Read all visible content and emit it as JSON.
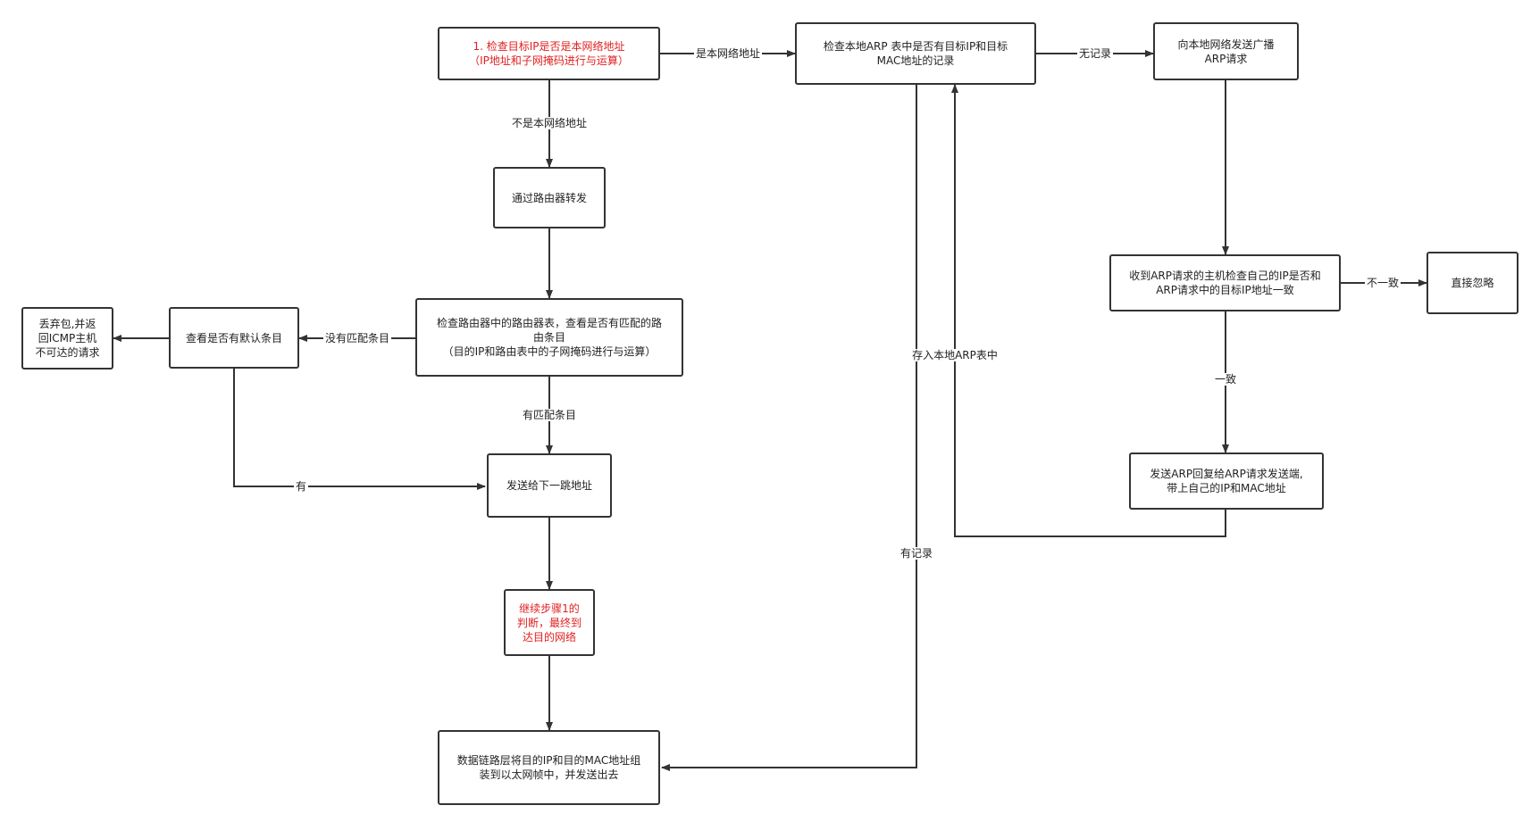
{
  "colors": {
    "line": "#333333",
    "highlight_text": "#e02020"
  },
  "nodes": {
    "check_ip": "1. 检查目标IP是否是本网络地址\n（IP地址和子网掩码进行与运算）",
    "check_arp": "检查本地ARP 表中是否有目标IP和目标\nMAC地址的记录",
    "broadcast": "向本地网络发送广播\nARP请求",
    "router_forward": "通过路由器转发",
    "receive_check": "收到ARP请求的主机检查自己的IP是否和\nARP请求中的目标IP地址一致",
    "ignore": "直接忽略",
    "drop": "丢弃包,并返\n回ICMP主机\n不可达的请求",
    "default_entry": "查看是否有默认条目",
    "route_table": "检查路由器中的路由器表，查看是否有匹配的路\n由条目\n（目的IP和路由表中的子网掩码进行与运算）",
    "next_hop": "发送给下一跳地址",
    "send_reply": "发送ARP回复给ARP请求发送端,\n带上自己的IP和MAC地址",
    "continue_step": "继续步骤1的\n判断，最终到\n达目的网络",
    "data_link": "数据链路层将目的IP和目的MAC地址组\n装到以太网帧中，并发送出去"
  },
  "edge_labels": {
    "is_local": "是本网络地址",
    "no_record": "无记录",
    "not_local": "不是本网络地址",
    "mismatch": "不一致",
    "no_match": "没有匹配条目",
    "store_arp": "存入本地ARP表中",
    "match": "一致",
    "has_match": "有匹配条目",
    "has_default": "有",
    "has_record": "有记录"
  }
}
